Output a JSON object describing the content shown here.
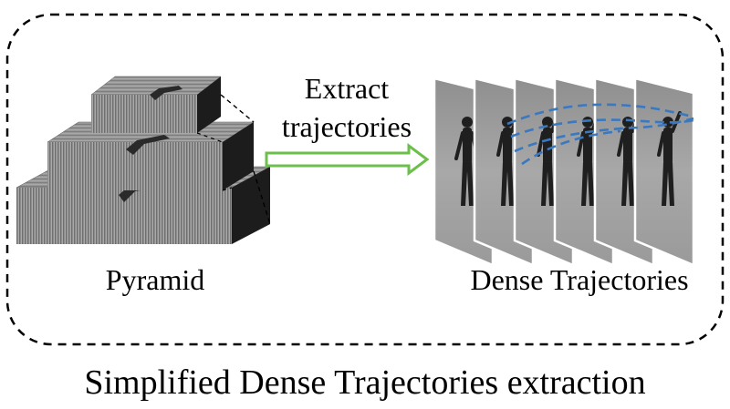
{
  "labels": {
    "arrow_line1": "Extract",
    "arrow_line2": "trajectories",
    "left_caption": "Pyramid",
    "right_caption": "Dense Trajectories",
    "figure_caption": "Simplified Dense Trajectories extraction"
  },
  "colors": {
    "frame_border": "#000000",
    "arrow": "#6bbf4a",
    "trajectory": "#3a78c0",
    "slab_top": "#9a9a9a",
    "slab_front": "#8c8c8c",
    "slab_side": "#1e1e1e",
    "frame_fill": "#9e9e9e",
    "figure_silhouette": "#202020"
  },
  "pyramid": {
    "levels": 3
  },
  "video_frames": {
    "count": 6
  }
}
